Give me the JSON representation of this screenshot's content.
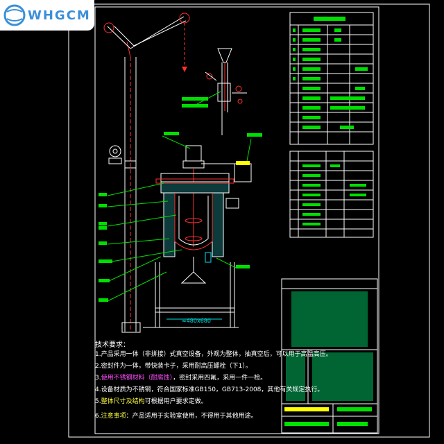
{
  "watermark": {
    "text": "WHGCM"
  },
  "dimension": {
    "width_label": "≈480x680"
  },
  "tech_notes": {
    "title": "技术要求：",
    "lines": [
      {
        "pre": "1.产品采用一体（非拼接）式真空设备，外观为整体，抽真空后，可以用于高温高压。",
        "hl": "",
        "post": ""
      },
      {
        "pre": "2.密封件为一体，带快装卡子，采用耐高压螺栓（下1）。",
        "hl": "",
        "post": ""
      },
      {
        "pre": "3.",
        "hl": "使用不锈钢材料（耐腐蚀）",
        "post": "，密封采用四氟，采用一件一检。"
      },
      {
        "pre": "4.设备材质为不锈钢，符合国家标准GB150，GB713-2008，其他有关规定执行。",
        "hl": "",
        "post": ""
      },
      {
        "pre": "5.",
        "hl": "整体尺寸及结构",
        "post": "可根据用户要求定做。"
      },
      {
        "pre": "6.",
        "hl": "注意事项",
        "post": "：产品适用于实验室使用，不得用于其他用途。"
      }
    ]
  }
}
